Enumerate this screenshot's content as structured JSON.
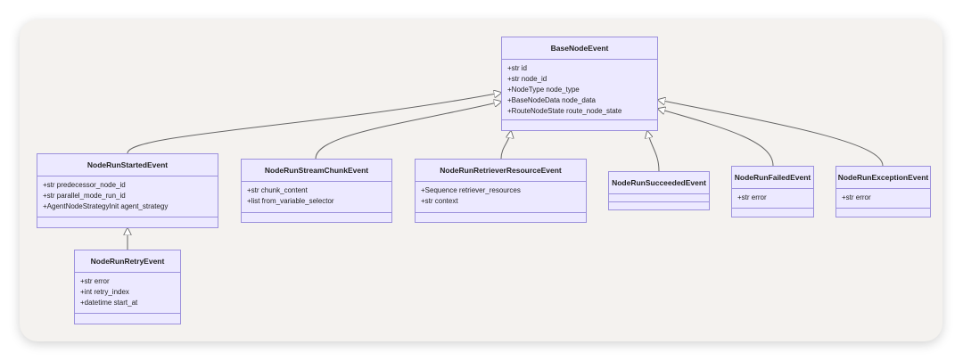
{
  "classes": {
    "base": {
      "name": "BaseNodeEvent",
      "attrs": [
        "+str id",
        "+str node_id",
        "+NodeType node_type",
        "+BaseNodeData node_data",
        "+RouteNodeState route_node_state"
      ]
    },
    "started": {
      "name": "NodeRunStartedEvent",
      "attrs": [
        "+str predecessor_node_id",
        "+str parallel_mode_run_id",
        "+AgentNodeStrategyInit agent_strategy"
      ]
    },
    "stream": {
      "name": "NodeRunStreamChunkEvent",
      "attrs": [
        "+str chunk_content",
        "+list from_variable_selector"
      ]
    },
    "retriever": {
      "name": "NodeRunRetrieverResourceEvent",
      "attrs": [
        "+Sequence retriever_resources",
        "+str context"
      ]
    },
    "succeeded": {
      "name": "NodeRunSucceededEvent",
      "attrs": []
    },
    "failed": {
      "name": "NodeRunFailedEvent",
      "attrs": [
        "+str error"
      ]
    },
    "exception": {
      "name": "NodeRunExceptionEvent",
      "attrs": [
        "+str error"
      ]
    },
    "retry": {
      "name": "NodeRunRetryEvent",
      "attrs": [
        "+str error",
        "+int retry_index",
        "+datetime start_at"
      ]
    }
  },
  "colors": {
    "box_fill": "#ece9ff",
    "box_border": "#9c91dc",
    "edge": "#666666",
    "frame": "#f4f2ef"
  }
}
